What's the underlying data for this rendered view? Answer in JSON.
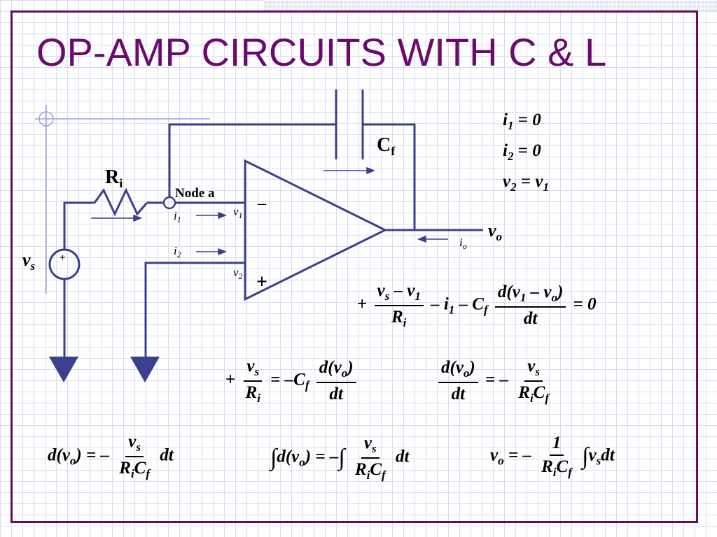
{
  "title": "OP-AMP CIRCUITS WITH C & L",
  "circuit": {
    "labels": {
      "Rf_R": "R",
      "Rf_sub": "i",
      "Cf_C": "C",
      "Cf_sub": "f",
      "node_a": "Node a",
      "minus_input": "–",
      "plus_input": "+",
      "source_plus": "+",
      "vs_v": "v",
      "vs_sub": "s",
      "vo_v": "v",
      "vo_sub": "o",
      "i1_i": "i",
      "i1_sub": "1",
      "i2_i": "i",
      "i2_sub": "2",
      "io_i": "i",
      "io_sub": "o",
      "v1_v": "v",
      "v1_sub": "1",
      "v2_v": "v",
      "v2_sub": "2"
    }
  },
  "equations": {
    "conditions": [
      {
        "lhs": "i",
        "lhs_sub": "1",
        "op": "=",
        "rhs": "0",
        "rhs_sub": ""
      },
      {
        "lhs": "i",
        "lhs_sub": "2",
        "op": "=",
        "rhs": "0",
        "rhs_sub": ""
      },
      {
        "lhs": "v",
        "lhs_sub": "2",
        "op": "=",
        "rhs": "v",
        "rhs_sub": "1"
      }
    ],
    "kcl": {
      "lead": "+",
      "f1_num": "v",
      "f1_num_s": "s",
      "f1_num_mid": " – v",
      "f1_num_1": "1",
      "f1_den": "R",
      "f1_den_i": "i",
      "mid": "– i",
      "mid_sub": "1",
      "mid2": " – C",
      "mid2_sub": "f",
      "f2_num": "d(v",
      "f2_num_1": "1",
      "f2_num_mid": " – v",
      "f2_num_o": "o",
      "f2_num_end": ")",
      "f2_den": "dt",
      "tail": "= 0"
    },
    "step2": {
      "lead": "+",
      "f1_num": "v",
      "f1_num_s": "s",
      "f1_den": "R",
      "f1_den_i": "i",
      "mid": "= –C",
      "mid_sub": "f",
      "f2_num": "d(v",
      "f2_num_o": "o",
      "f2_num_end": ")",
      "f2_den": "dt"
    },
    "step3": {
      "f1_num": "d(v",
      "f1_num_o": "o",
      "f1_num_end": ")",
      "f1_den": "dt",
      "mid": "= –",
      "f2_num": "v",
      "f2_num_s": "s",
      "f2_den": "R",
      "f2_den_i": "i",
      "f2_den_C": "C",
      "f2_den_f": "f"
    },
    "step4": {
      "lhs": "d(v",
      "lhs_o": "o",
      "lhs_end": ")",
      "mid": " = –",
      "f_num": "v",
      "f_num_s": "s",
      "f_den": "R",
      "f_den_i": "i",
      "f_den_C": "C",
      "f_den_f": "f",
      "tail": "dt"
    },
    "step5": {
      "int1": "∫",
      "lhs": "d(v",
      "lhs_o": "o",
      "lhs_end": ")",
      "mid": " = –",
      "int2": "∫",
      "f_num": "v",
      "f_num_s": "s",
      "f_den": "R",
      "f_den_i": "i",
      "f_den_C": "C",
      "f_den_f": "f",
      "tail": "dt"
    },
    "step6": {
      "lhs": "v",
      "lhs_o": "o",
      "mid": " = –",
      "f_num": "1",
      "f_den": "R",
      "f_den_i": "i",
      "f_den_C": "C",
      "f_den_f": "f",
      "int": "∫",
      "tail": "v",
      "tail_s": "s",
      "tail2": "dt"
    }
  },
  "colors": {
    "title": "#6a0a6e",
    "frame": "#6a0a5c",
    "wire": "#3a3f8f",
    "grid": "#d8dcef"
  }
}
